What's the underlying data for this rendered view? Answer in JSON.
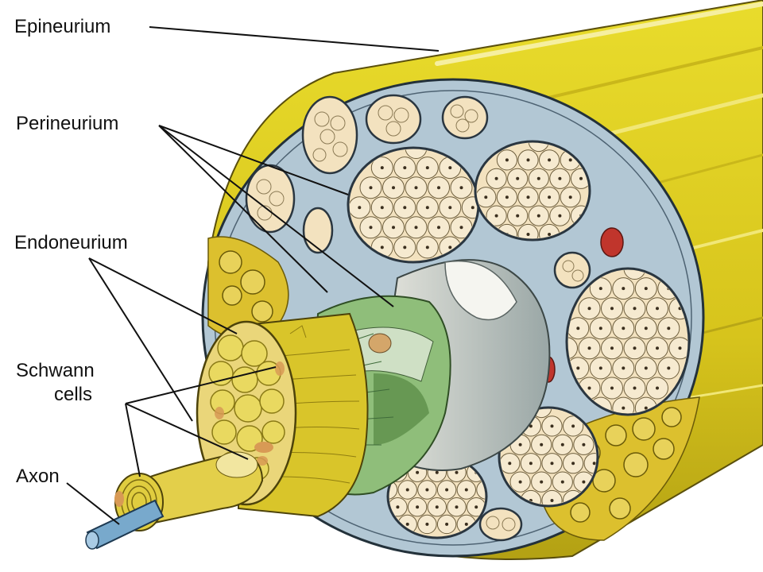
{
  "labels": {
    "epineurium": "Epineurium",
    "perineurium": "Perineurium",
    "endoneurium": "Endoneurium",
    "schwann_line1": "Schwann",
    "schwann_line2": "cells",
    "axon": "Axon"
  },
  "colors": {
    "epineurium_yellow": "#e3d420",
    "epineurium_shade": "#b9a612",
    "fascicle_cream": "#f3e2bf",
    "perineurium_blue": "#b2c7d4",
    "fat_yellow": "#dcc02e",
    "myelin_yellow": "#e0cd3f",
    "vessel_red": "#c0352c",
    "axon_blue": "#78a9cc"
  }
}
